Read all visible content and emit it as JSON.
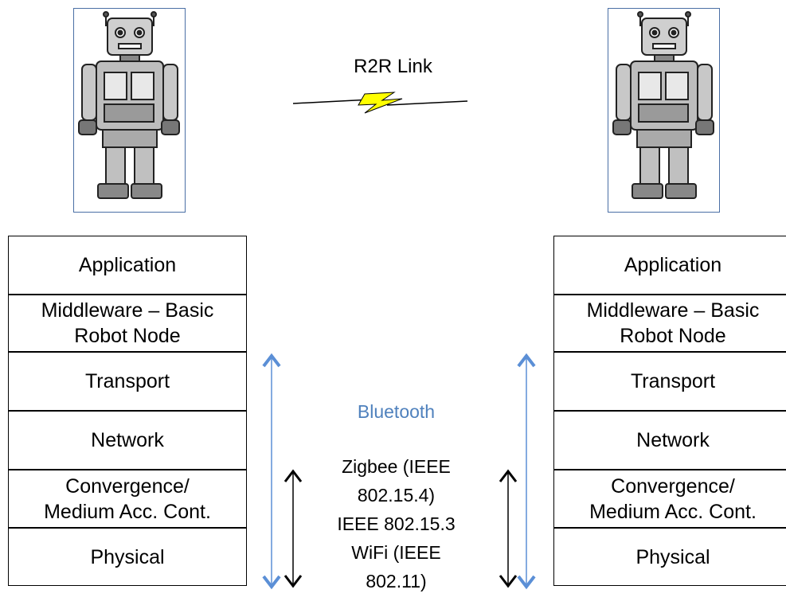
{
  "link_label": "R2R Link",
  "left_stack": {
    "layers": [
      [
        "Application"
      ],
      [
        "Middleware – Basic",
        "Robot Node"
      ],
      [
        "Transport"
      ],
      [
        "Network"
      ],
      [
        "Convergence/",
        "Medium Acc. Cont."
      ],
      [
        "Physical"
      ]
    ]
  },
  "right_stack": {
    "layers": [
      [
        "Application"
      ],
      [
        "Middleware – Basic",
        "Robot Node"
      ],
      [
        "Transport"
      ],
      [
        "Network"
      ],
      [
        "Convergence/",
        "Medium Acc. Cont."
      ],
      [
        "Physical"
      ]
    ]
  },
  "bluetooth_label": "Bluetooth",
  "tech_lines": [
    "Zigbee (IEEE",
    "802.15.4)",
    "IEEE 802.15.3",
    "WiFi (IEEE",
    "802.11)"
  ],
  "colors": {
    "blue_arrow": "#5b8fd6",
    "robot_frame": "#4a6fa5",
    "bolt_fill": "#ffff00",
    "bluetooth_text": "#4f81bd"
  }
}
